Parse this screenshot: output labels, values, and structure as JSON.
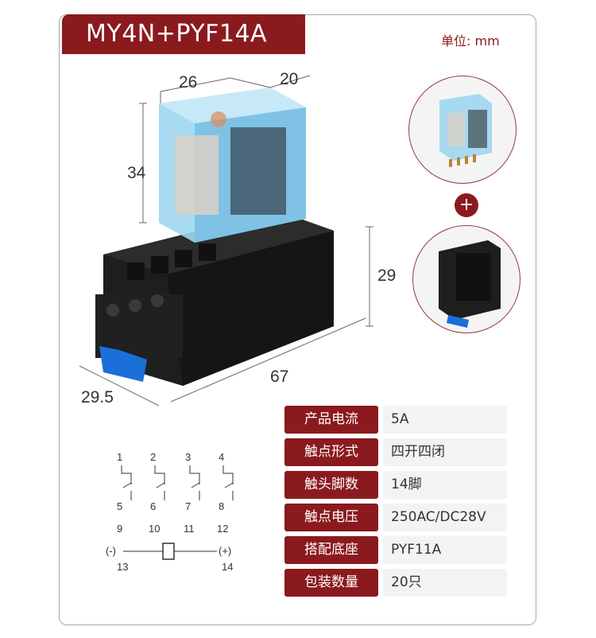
{
  "title": "MY4N+PYF14A",
  "unit": "单位: mm",
  "dimensions": {
    "top_width": "26",
    "top_depth": "20",
    "relay_height": "34",
    "base_height": "29",
    "base_length": "67",
    "base_width": "29.5"
  },
  "thumbnails": {
    "plus_symbol": "+"
  },
  "specs": [
    {
      "key": "产品电流",
      "value": "5A"
    },
    {
      "key": "触点形式",
      "value": "四开四闭"
    },
    {
      "key": "触头脚数",
      "value": "14脚"
    },
    {
      "key": "触点电压",
      "value": "250AC/DC28V"
    },
    {
      "key": "搭配底座",
      "value": "PYF11A"
    },
    {
      "key": "包装数量",
      "value": "20只"
    }
  ],
  "wiring": {
    "top_pins": [
      "1",
      "2",
      "3",
      "4"
    ],
    "mid_pins": [
      "5",
      "6",
      "7",
      "8"
    ],
    "bottom_pins": [
      "9",
      "10",
      "11",
      "12"
    ],
    "coil_neg_label": "(-)",
    "coil_pos_label": "(+)",
    "coil_neg_pin": "13",
    "coil_pos_pin": "14"
  },
  "colors": {
    "brand": "#8a1a1e",
    "relay_cover": "#9fd6ef",
    "base": "#1c1c1c",
    "clip": "#1a6fd8"
  }
}
